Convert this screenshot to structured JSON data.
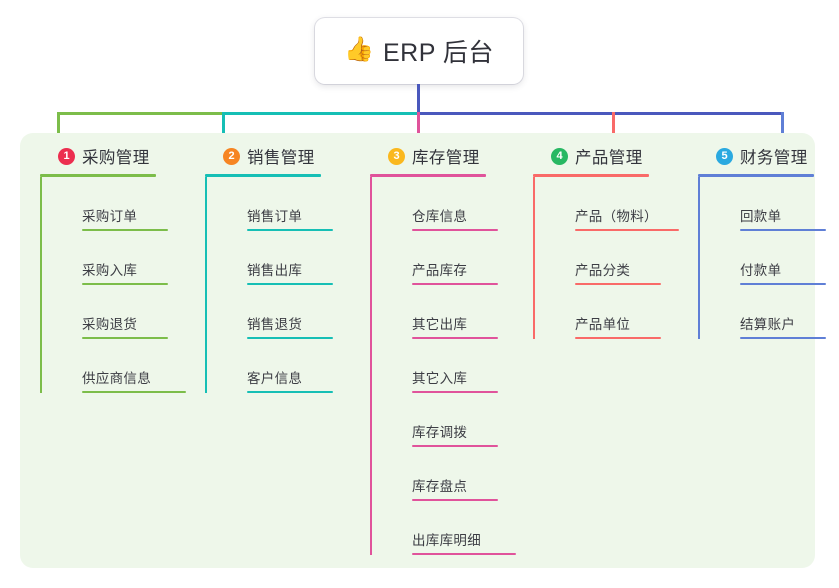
{
  "root": {
    "emoji": "👍",
    "emoji_name": "thumbs-up-icon",
    "title": "ERP 后台"
  },
  "palette": {
    "panel_bg": "#eef7ea",
    "trunk": "#4a58bd",
    "branch_1": "#7cbd4a",
    "branch_2": "#16bfb5",
    "branch_3": "#e0539b",
    "branch_4": "#f96a68",
    "branch_5": "#5f7fd6",
    "badge_1": "#ec2e4f",
    "badge_2": "#f68523",
    "badge_3": "#fab81e",
    "badge_4": "#28b863",
    "badge_5": "#2aa9e0"
  },
  "columns": [
    {
      "number": "1",
      "title": "采购管理",
      "line_color": "#7cbd4a",
      "badge_color": "#ec2e4f",
      "items": [
        {
          "label": "采购订单"
        },
        {
          "label": "采购入库"
        },
        {
          "label": "采购退货"
        },
        {
          "label": "供应商信息"
        }
      ]
    },
    {
      "number": "2",
      "title": "销售管理",
      "line_color": "#16bfb5",
      "badge_color": "#f68523",
      "items": [
        {
          "label": "销售订单"
        },
        {
          "label": "销售出库"
        },
        {
          "label": "销售退货"
        },
        {
          "label": "客户信息"
        }
      ]
    },
    {
      "number": "3",
      "title": "库存管理",
      "line_color": "#e0539b",
      "badge_color": "#fab81e",
      "items": [
        {
          "label": "仓库信息"
        },
        {
          "label": "产品库存"
        },
        {
          "label": "其它出库"
        },
        {
          "label": "其它入库"
        },
        {
          "label": "库存调拨"
        },
        {
          "label": "库存盘点"
        },
        {
          "label": "出库库明细"
        }
      ]
    },
    {
      "number": "4",
      "title": "产品管理",
      "line_color": "#f96a68",
      "badge_color": "#28b863",
      "items": [
        {
          "label": "产品（物料）"
        },
        {
          "label": "产品分类"
        },
        {
          "label": "产品单位"
        }
      ]
    },
    {
      "number": "5",
      "title": "财务管理",
      "line_color": "#5f7fd6",
      "badge_color": "#2aa9e0",
      "items": [
        {
          "label": "回款单"
        },
        {
          "label": "付款单"
        },
        {
          "label": "结算账户"
        }
      ]
    }
  ]
}
